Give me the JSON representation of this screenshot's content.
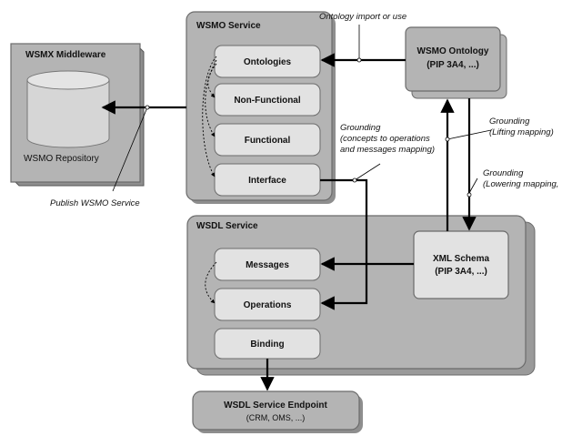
{
  "wsmx": {
    "title": "WSMX Middleware",
    "repository": "WSMO Repository"
  },
  "wsmo_service": {
    "title": "WSMO Service",
    "items": [
      "Ontologies",
      "Non-Functional",
      "Functional",
      "Interface"
    ]
  },
  "wsmo_ontology": {
    "line1": "WSMO Ontology",
    "line2": "(PIP 3A4, ...)"
  },
  "wsdl_service": {
    "title": "WSDL Service",
    "items": [
      "Messages",
      "Operations",
      "Binding"
    ]
  },
  "xml_schema": {
    "line1": "XML Schema",
    "line2": "(PIP 3A4, ...)"
  },
  "endpoint": {
    "line1": "WSDL Service Endpoint",
    "line2": "(CRM, OMS, ...)"
  },
  "annotations": {
    "ontology_import": "Ontology import or use",
    "publish": "Publish WSMO Service",
    "grounding_concepts": [
      "Grounding",
      "(concepts to operations",
      "and messages mapping)"
    ],
    "grounding_lifting": [
      "Grounding",
      "(Lifting mapping)"
    ],
    "grounding_lowering": [
      "Grounding",
      "(Lowering mapping,"
    ]
  },
  "colors": {
    "container": "#b4b4b4",
    "box": "#e2e2e2",
    "stroke": "#6b6b6b"
  }
}
